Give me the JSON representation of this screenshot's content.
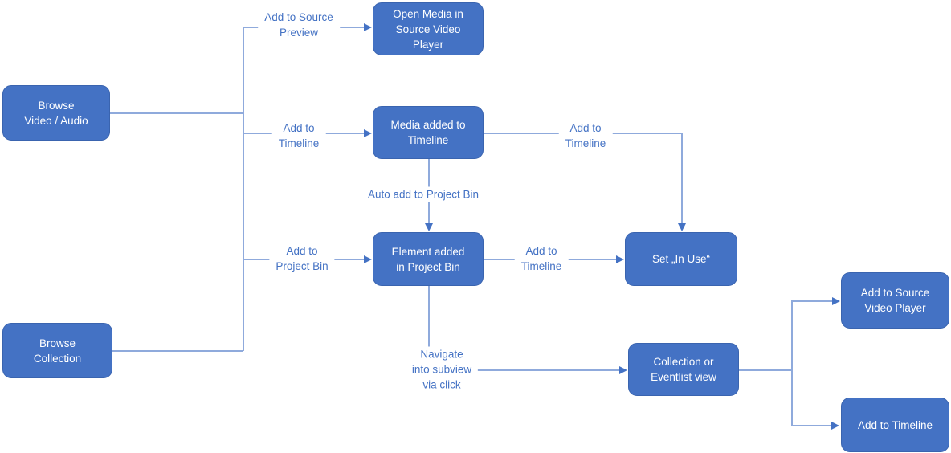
{
  "diagram": {
    "title": "Media browsing and timeline workflow flowchart",
    "colors": {
      "node_fill": "#4472C4",
      "node_border": "#3A64AF",
      "node_text": "#FFFFFF",
      "connector_line": "#8FAADC",
      "arrowhead": "#4472C4",
      "edge_label_text": "#4472C4",
      "background": "#FFFFFF"
    },
    "nodes": [
      {
        "id": "browse-video-audio",
        "label": "Browse\nVideo / Audio"
      },
      {
        "id": "open-media-in-source-video-player",
        "label": "Open Media in\nSource Video\nPlayer"
      },
      {
        "id": "media-added-to-timeline",
        "label": "Media added to\nTimeline"
      },
      {
        "id": "element-added-in-project-bin",
        "label": "Element added\nin Project Bin"
      },
      {
        "id": "set-in-use",
        "label": "Set „In Use“"
      },
      {
        "id": "collection-or-eventlist-view",
        "label": "Collection or\nEventlist view"
      },
      {
        "id": "add-to-source-video-player",
        "label": "Add to Source\nVideo Player"
      },
      {
        "id": "add-to-timeline-result",
        "label": "Add to Timeline"
      },
      {
        "id": "browse-collection",
        "label": "Browse\nCollection"
      }
    ],
    "edge_labels": [
      {
        "id": "add-to-source-preview",
        "text": "Add to Source\nPreview"
      },
      {
        "id": "add-to-timeline-branch",
        "text": "Add to\nTimeline"
      },
      {
        "id": "auto-add-to-project-bin",
        "text": "Auto add to Project Bin"
      },
      {
        "id": "add-to-project-bin",
        "text": "Add to\nProject Bin"
      },
      {
        "id": "add-to-timeline-from-media",
        "text": "Add to\nTimeline"
      },
      {
        "id": "add-to-timeline-from-element",
        "text": "Add to\nTimeline"
      },
      {
        "id": "navigate-into-subview-via-click",
        "text": "Navigate\ninto subview\nvia click"
      }
    ]
  }
}
